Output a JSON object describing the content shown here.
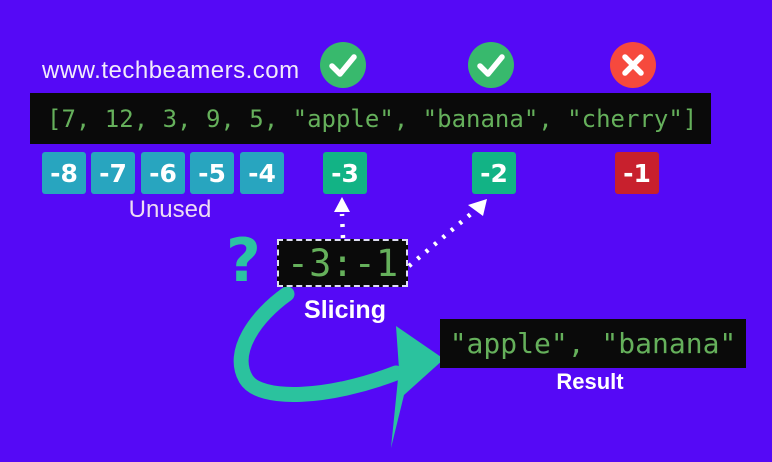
{
  "title": "Python negative index slicing infographic",
  "colors": {
    "background": "#5509f6",
    "code_text": "#65b05b",
    "code_background": "#0a0a0a",
    "unused_box": "#28a5bf",
    "selected_box": "#12b385",
    "excluded_box": "#c8202d",
    "check_badge": "#38b96d",
    "cross_badge": "#f6493d",
    "arrow": "#2bc29e",
    "unused_text": "#eedcf3"
  },
  "header": {
    "watermark": "www.techbeamers.com",
    "badges": [
      {
        "icon": "check-icon"
      },
      {
        "icon": "check-icon"
      },
      {
        "icon": "cross-icon"
      }
    ]
  },
  "code": {
    "list_text": "[7, 12, 3, 9, 5, \"apple\", \"banana\", \"cherry\"]"
  },
  "index_row": {
    "boxes": [
      {
        "label": "-8",
        "variant": "unused"
      },
      {
        "label": "-7",
        "variant": "unused"
      },
      {
        "label": "-6",
        "variant": "unused"
      },
      {
        "label": "-5",
        "variant": "unused"
      },
      {
        "label": "-4",
        "variant": "unused"
      },
      {
        "label": "-3",
        "variant": "selected"
      },
      {
        "label": "-2",
        "variant": "selected"
      },
      {
        "label": "-1",
        "variant": "excluded"
      }
    ],
    "unused_label": "Unused"
  },
  "slice": {
    "question_mark": "?",
    "expression": "-3:-1",
    "label": "Slicing"
  },
  "result": {
    "text": "\"apple\", \"banana\"",
    "label": "Result"
  }
}
